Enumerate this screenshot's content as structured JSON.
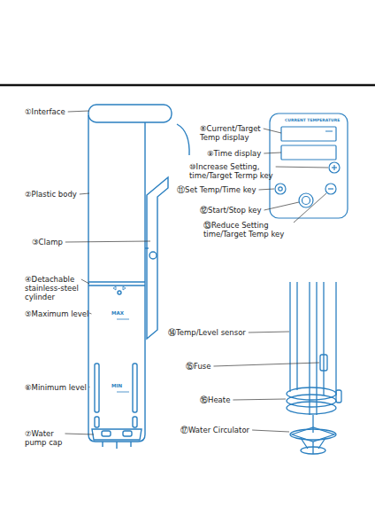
{
  "diagram": {
    "labels": [
      "①Interface",
      "②Plastic body",
      "③Clamp",
      "④Detachable stainless-steel cylinder",
      "⑤Maximum level",
      "⑥Minimum level",
      "⑦Water pump cap",
      "⑧Current/Target Temp display",
      "⑨Time display",
      "⑩Increase Setting, time/Target Termp key",
      "⑪Set Temp/Time key",
      "⑫Start/Stop key",
      "⑬Reduce Setting time/Target Temp key",
      "⑭Temp/Level sensor",
      "⑮Fuse",
      "⑯Heate",
      "⑰Water Circulator",
      "MAX",
      "MIN",
      "CURRENT TEMPERATURE"
    ]
  }
}
